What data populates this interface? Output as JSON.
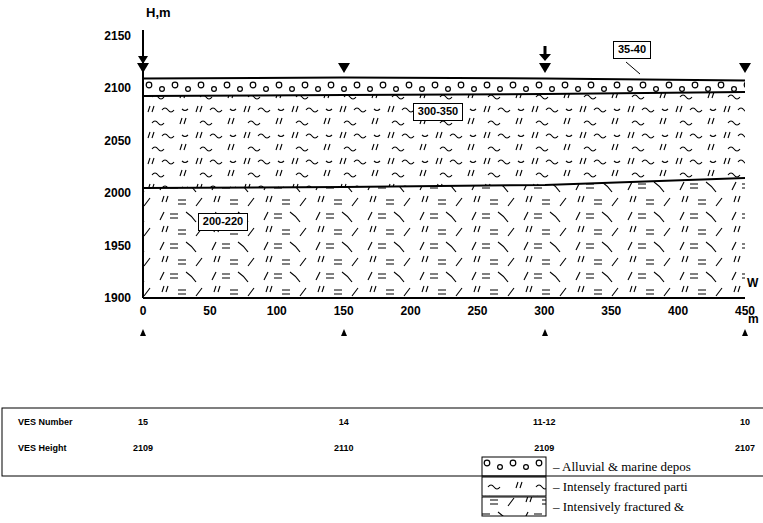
{
  "diagram": {
    "nodes": [
      {
        "text": [
          "35-40"
        ]
      },
      {
        "text": [
          "300-350"
        ]
      },
      {
        "text": [
          "200-220"
        ]
      }
    ],
    "labels": [
      "H,m",
      "2150",
      "2100",
      "2050",
      "2000",
      "1950",
      "1900",
      "0",
      "50",
      "100",
      "150",
      "200",
      "250",
      "300",
      "350",
      "400",
      "450",
      "W",
      "m",
      "VES Number",
      "15",
      "14",
      "11-12",
      "10",
      "VES Height",
      "2109",
      "2110",
      "2109",
      "2107"
    ],
    "legend": [
      {
        "text": "– Alluvial & marine depos"
      },
      {
        "text": "– Intensely fractured parti"
      },
      {
        "text": "– Intensively fractured &"
      }
    ]
  }
}
